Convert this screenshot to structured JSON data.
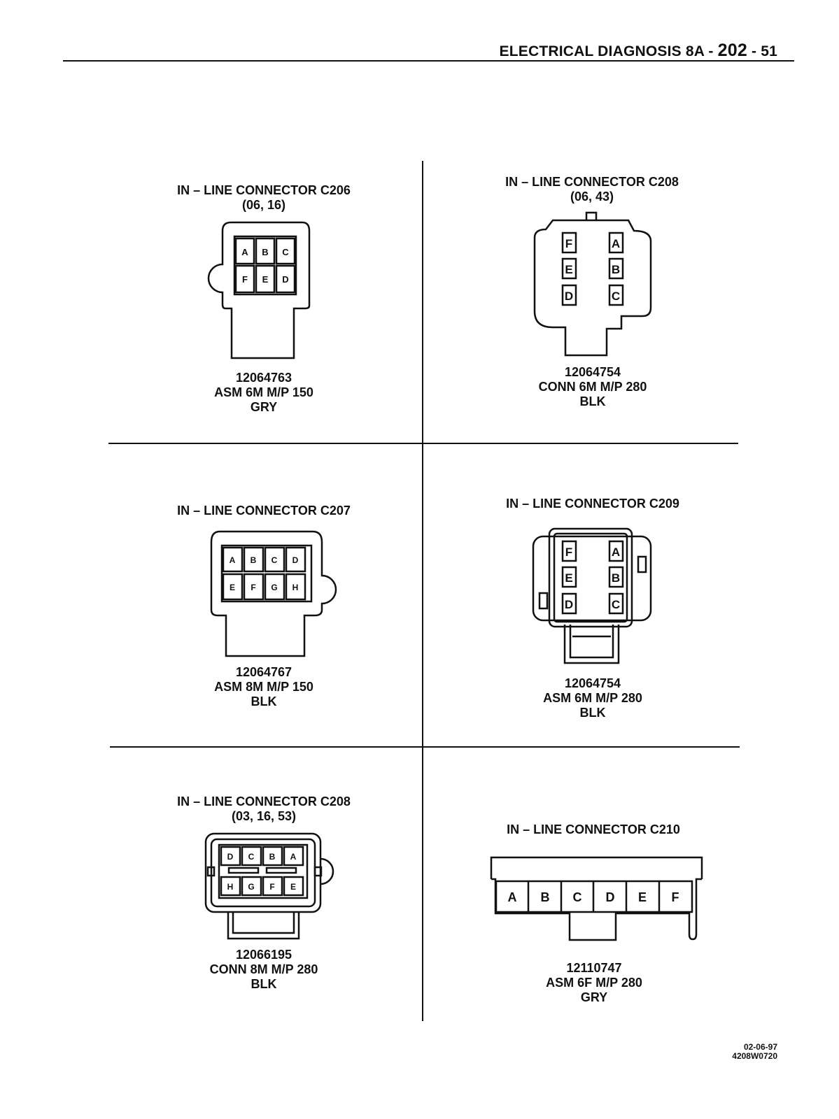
{
  "header": {
    "section": "ELECTRICAL DIAGNOSIS 8A",
    "sep1": "-",
    "page": "202",
    "sep2": "-",
    "sub": "51"
  },
  "connectors": [
    {
      "id": "c206",
      "title": "IN – LINE CONNECTOR C206",
      "subtitle": "(06, 16)",
      "pins": [
        "A",
        "B",
        "C",
        "F",
        "E",
        "D"
      ],
      "part_number": "12064763",
      "description": "ASM 6M M/P 150",
      "color": "GRY"
    },
    {
      "id": "c208a",
      "title": "IN – LINE CONNECTOR C208",
      "subtitle": "(06, 43)",
      "pins": [
        "F",
        "E",
        "D",
        "A",
        "B",
        "C"
      ],
      "part_number": "12064754",
      "description": "CONN 6M M/P 280",
      "color": "BLK"
    },
    {
      "id": "c207",
      "title": "IN – LINE CONNECTOR C207",
      "subtitle": "",
      "pins": [
        "A",
        "B",
        "C",
        "D",
        "E",
        "F",
        "G",
        "H"
      ],
      "part_number": "12064767",
      "description": "ASM 8M M/P 150",
      "color": "BLK"
    },
    {
      "id": "c209",
      "title": "IN – LINE CONNECTOR C209",
      "subtitle": "",
      "pins": [
        "F",
        "E",
        "D",
        "A",
        "B",
        "C"
      ],
      "part_number": "12064754",
      "description": "ASM 6M M/P 280",
      "color": "BLK"
    },
    {
      "id": "c208b",
      "title": "IN – LINE CONNECTOR C208",
      "subtitle": "(03, 16, 53)",
      "pins": [
        "D",
        "C",
        "B",
        "A",
        "H",
        "G",
        "F",
        "E"
      ],
      "part_number": "12066195",
      "description": "CONN 8M M/P 280",
      "color": "BLK"
    },
    {
      "id": "c210",
      "title": "IN – LINE CONNECTOR C210",
      "subtitle": "",
      "pins": [
        "A",
        "B",
        "C",
        "D",
        "E",
        "F"
      ],
      "part_number": "12110747",
      "description": "ASM 6F M/P 280",
      "color": "GRY"
    }
  ],
  "footer": {
    "date": "02-06-97",
    "code": "4208W0720"
  }
}
